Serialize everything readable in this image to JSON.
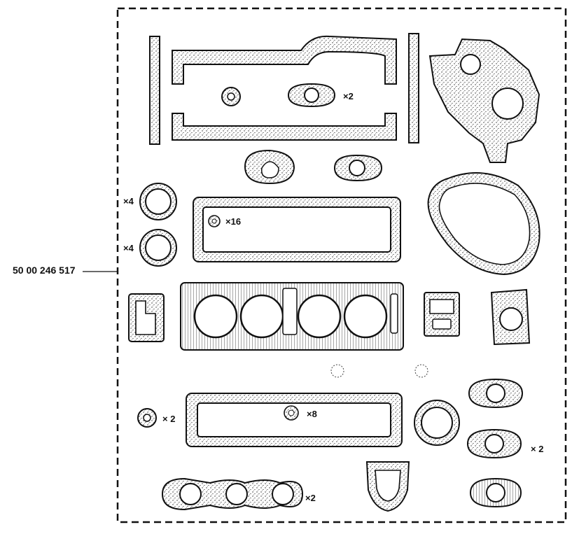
{
  "kit": {
    "part_number": "50 00 246 517"
  },
  "quantities": {
    "oil_pump_flange": "×2",
    "valve_seals": "×16",
    "liner_ring_upper": "×4",
    "liner_ring_lower": "×4",
    "small_seal_left": "× 2",
    "rocker_grommets": "×8",
    "manifold": "×2",
    "flange_right": "× 2"
  },
  "colors": {
    "ink": "#111111",
    "paper": "#ffffff",
    "stipple": "#2a2a2a"
  }
}
